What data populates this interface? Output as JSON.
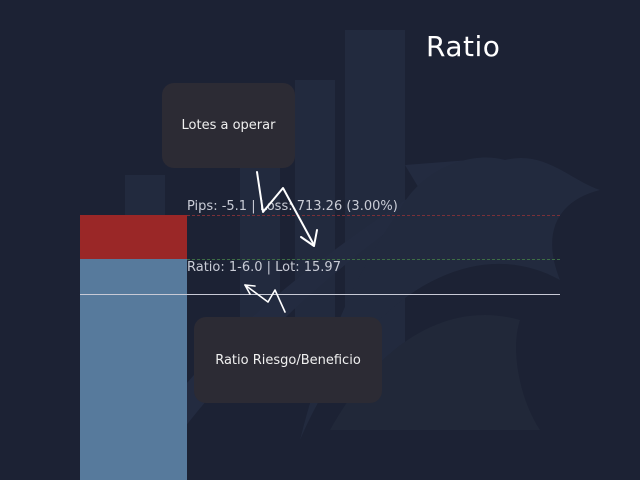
{
  "title": "Ratio",
  "chart": {
    "pips_text": "Pips: -5.1 | Loss: 713.26 (3.00%)",
    "ratio_text": "Ratio: 1-6.0 | Lot: 15.97",
    "colors": {
      "background": "#1c2234",
      "stop_loss_zone": "#9a2727",
      "take_profit_zone": "#577a9c",
      "stop_loss_line": "#7a3038",
      "take_profit_line": "#3d6e44",
      "entry_line": "#c8cad6"
    }
  },
  "callouts": {
    "lot": "Lotes a operar",
    "ratio": "Ratio Riesgo/Beneficio"
  },
  "icons": [
    "bull-watermark-icon",
    "bar-chart-watermark-icon",
    "arrow-icon"
  ]
}
